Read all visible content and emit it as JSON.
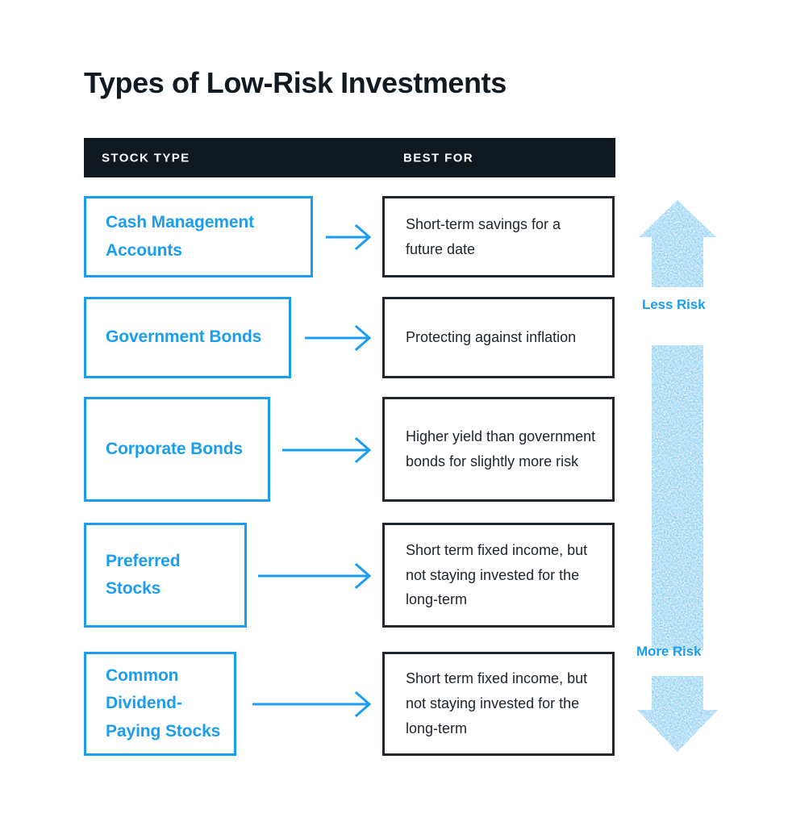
{
  "page": {
    "title": "Types of Low-Risk Investments",
    "background_color": "#ffffff"
  },
  "colors": {
    "accent_blue": "#1b9df0",
    "header_dark": "#101820",
    "body_text": "#1d232b",
    "card_border_dark": "#22272e"
  },
  "table": {
    "header": {
      "col1": "STOCK TYPE",
      "col2": "BEST FOR"
    },
    "rows": [
      {
        "stock_type": "Cash Management Accounts",
        "best_for": "Short-term savings for a future date",
        "arrow_icon": "arrow-right-icon"
      },
      {
        "stock_type": "Government Bonds",
        "best_for": "Protecting against inflation",
        "arrow_icon": "arrow-right-icon"
      },
      {
        "stock_type": "Corporate Bonds",
        "best_for": "Higher yield than government bonds for slightly more risk",
        "arrow_icon": "arrow-right-icon"
      },
      {
        "stock_type": "Preferred Stocks",
        "best_for": "Short term fixed income, but not staying invested for the long-term",
        "arrow_icon": "arrow-right-icon"
      },
      {
        "stock_type": "Common Dividend-Paying Stocks",
        "best_for": "Short term fixed income, but not staying invested for the long-term",
        "arrow_icon": "arrow-right-icon"
      }
    ]
  },
  "risk_scale": {
    "top_label": "Less Risk",
    "bottom_label": "More Risk",
    "up_arrow_icon": "arrow-up-icon",
    "down_arrow_icon": "arrow-down-icon",
    "color": "#1b9df0"
  }
}
